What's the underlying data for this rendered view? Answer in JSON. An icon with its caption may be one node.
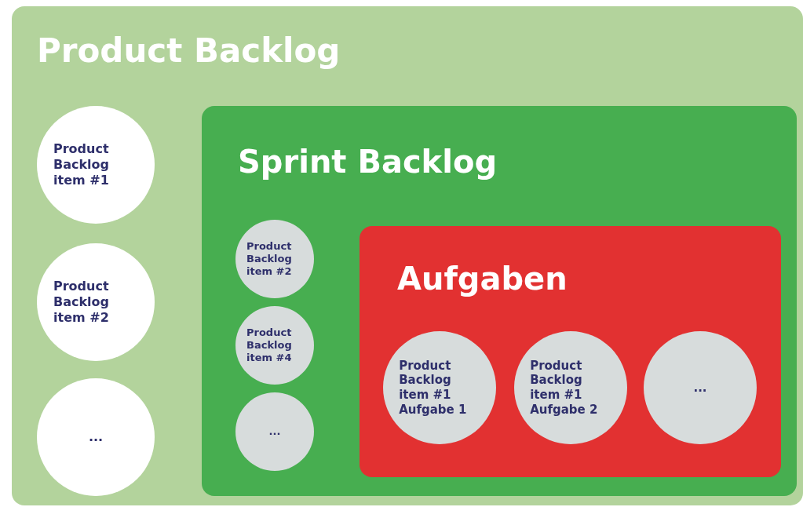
{
  "diagram": {
    "nodes": [
      {
        "text": [
          "Product Backlog"
        ]
      },
      {
        "text": [
          "Product Backlog item #1"
        ],
        "in": 0
      },
      {
        "text": [
          "Product Backlog item #2"
        ],
        "in": 0
      },
      {
        "text": [
          "..."
        ],
        "in": 0
      },
      {
        "text": [
          "Sprint Backlog"
        ],
        "in": 0
      },
      {
        "text": [
          "Product Backlog item #2"
        ],
        "in": 4
      },
      {
        "text": [
          "Product Backlog item #4"
        ],
        "in": 4
      },
      {
        "text": [
          "..."
        ],
        "in": 4
      },
      {
        "text": [
          "Aufgaben"
        ],
        "in": 4
      },
      {
        "text": [
          "Product Backlog item #1 Aufgabe 1"
        ],
        "in": 8
      },
      {
        "text": [
          "Product Backlog item #1 Aufgabe 2"
        ],
        "in": 8
      },
      {
        "text": [
          "..."
        ],
        "in": 8
      }
    ]
  }
}
